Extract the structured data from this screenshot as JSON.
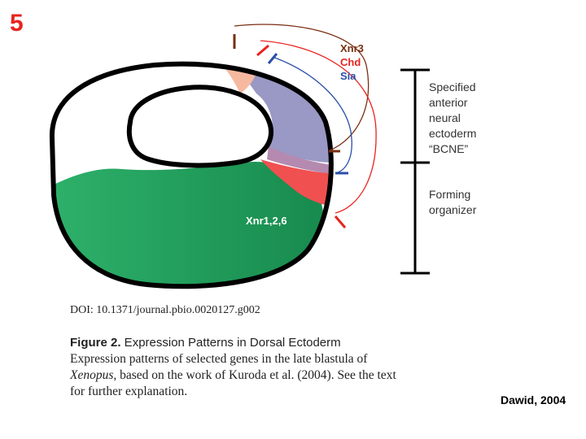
{
  "slide": {
    "number": "5"
  },
  "diagram": {
    "legend": [
      {
        "label": "Xnr3",
        "color": "#7a2e12"
      },
      {
        "label": "Chd",
        "color": "#e8241f"
      },
      {
        "label": "Sia",
        "color": "#2a4fa8"
      }
    ],
    "regions": {
      "organizer_label": "Xnr1,2,6",
      "green_color": "#1f9e5c",
      "purple_color": "#9a98c4",
      "red_color": "#f05050",
      "peach_color": "#f6b9a0"
    },
    "brackets": {
      "upper_label": [
        "Specified",
        "anterior",
        "neural",
        "ectoderm",
        "“BCNE”"
      ],
      "lower_label": [
        "Forming",
        "organizer"
      ]
    }
  },
  "doi": "DOI: 10.1371/journal.pbio.0020127.g002",
  "caption": {
    "label": "Figure 2.",
    "title": " Expression Patterns in Dorsal Ectoderm",
    "line1": "Expression patterns of selected genes in the late blastula of",
    "line2_italic": "Xenopus",
    "line2_rest": ", based on the work of Kuroda et al. (2004). See the text",
    "line3": "for further explanation."
  },
  "credit": "Dawid, 2004"
}
